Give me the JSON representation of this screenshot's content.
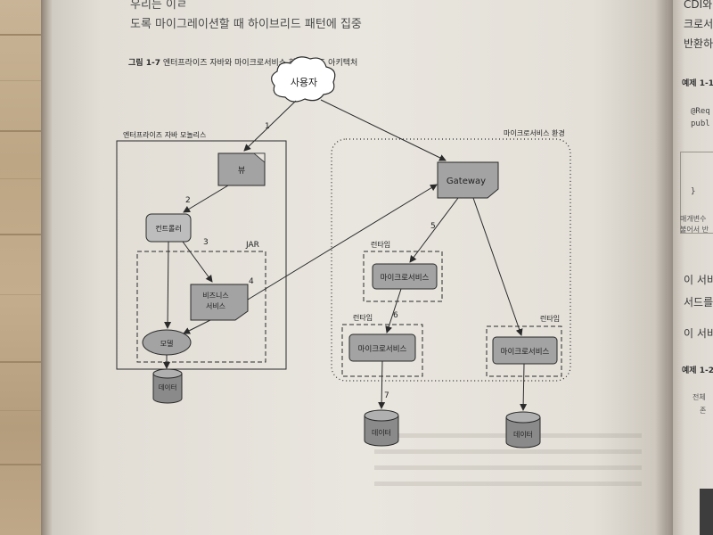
{
  "body_text": {
    "line_1": "우리는 이ㄹ",
    "line_2": "도록 마이그레이션할 때 하이브리드 패턴에 집중"
  },
  "figure": {
    "number": "그림 1-7",
    "title": "엔터프라이즈 자바와 마이크로서비스 하이브리드 아키텍처"
  },
  "diagram": {
    "user_label": "사용자",
    "monolith_label": "엔터프라이즈 자바 모놀리스",
    "jar_label": "JAR",
    "view_label": "뷰",
    "controller_label": "컨트롤러",
    "business_label_1": "비즈니스",
    "business_label_2": "서비스",
    "model_label": "모델",
    "data_left_label": "데이터",
    "microservice_env_label": "마이크로서비스 환경",
    "gateway_label": "Gateway",
    "runtime_label": "런타임",
    "microservice_label": "마이크로서비스",
    "data_label": "데이터",
    "steps": [
      "1",
      "2",
      "3",
      "4",
      "5",
      "6",
      "7"
    ]
  },
  "right_page": {
    "line_1": "CDI와",
    "line_2": "크로서",
    "line_3": "반환하",
    "example_1": "예제 1-1",
    "code_1": "@Req",
    "code_2": "publ",
    "brace": "}",
    "note_1": "매개변수",
    "note_2": "불어서 반",
    "para_1": "이 서비",
    "para_2": "서드를",
    "para_3": "이 서비",
    "example_2": "예제 1-2",
    "item_1": "전체",
    "item_2": "존"
  },
  "colors": {
    "page": "#e7e4dd",
    "box_fill": "#a3a3a3",
    "cylinder_fill": "#8a8a8a",
    "ink": "#2a2a2a"
  }
}
